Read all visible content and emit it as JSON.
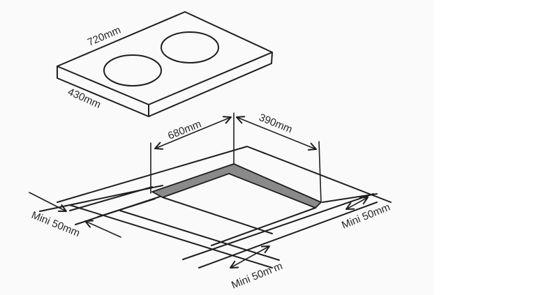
{
  "diagram": {
    "type": "installation-dimensions",
    "subject": "two-zone built-in hob",
    "hob": {
      "width_label": "720mm",
      "depth_label": "430mm",
      "burners": 2
    },
    "cutout": {
      "width_label": "680mm",
      "depth_label": "390mm"
    },
    "clearances": {
      "left_label": "Mini 50mm",
      "front_label": "Mini 50m m",
      "right_label": "Mini 50mm"
    },
    "colors": {
      "line": "#1e1e1e",
      "cutout_band": "#8a8a8a",
      "paper": "#fafafa"
    }
  }
}
